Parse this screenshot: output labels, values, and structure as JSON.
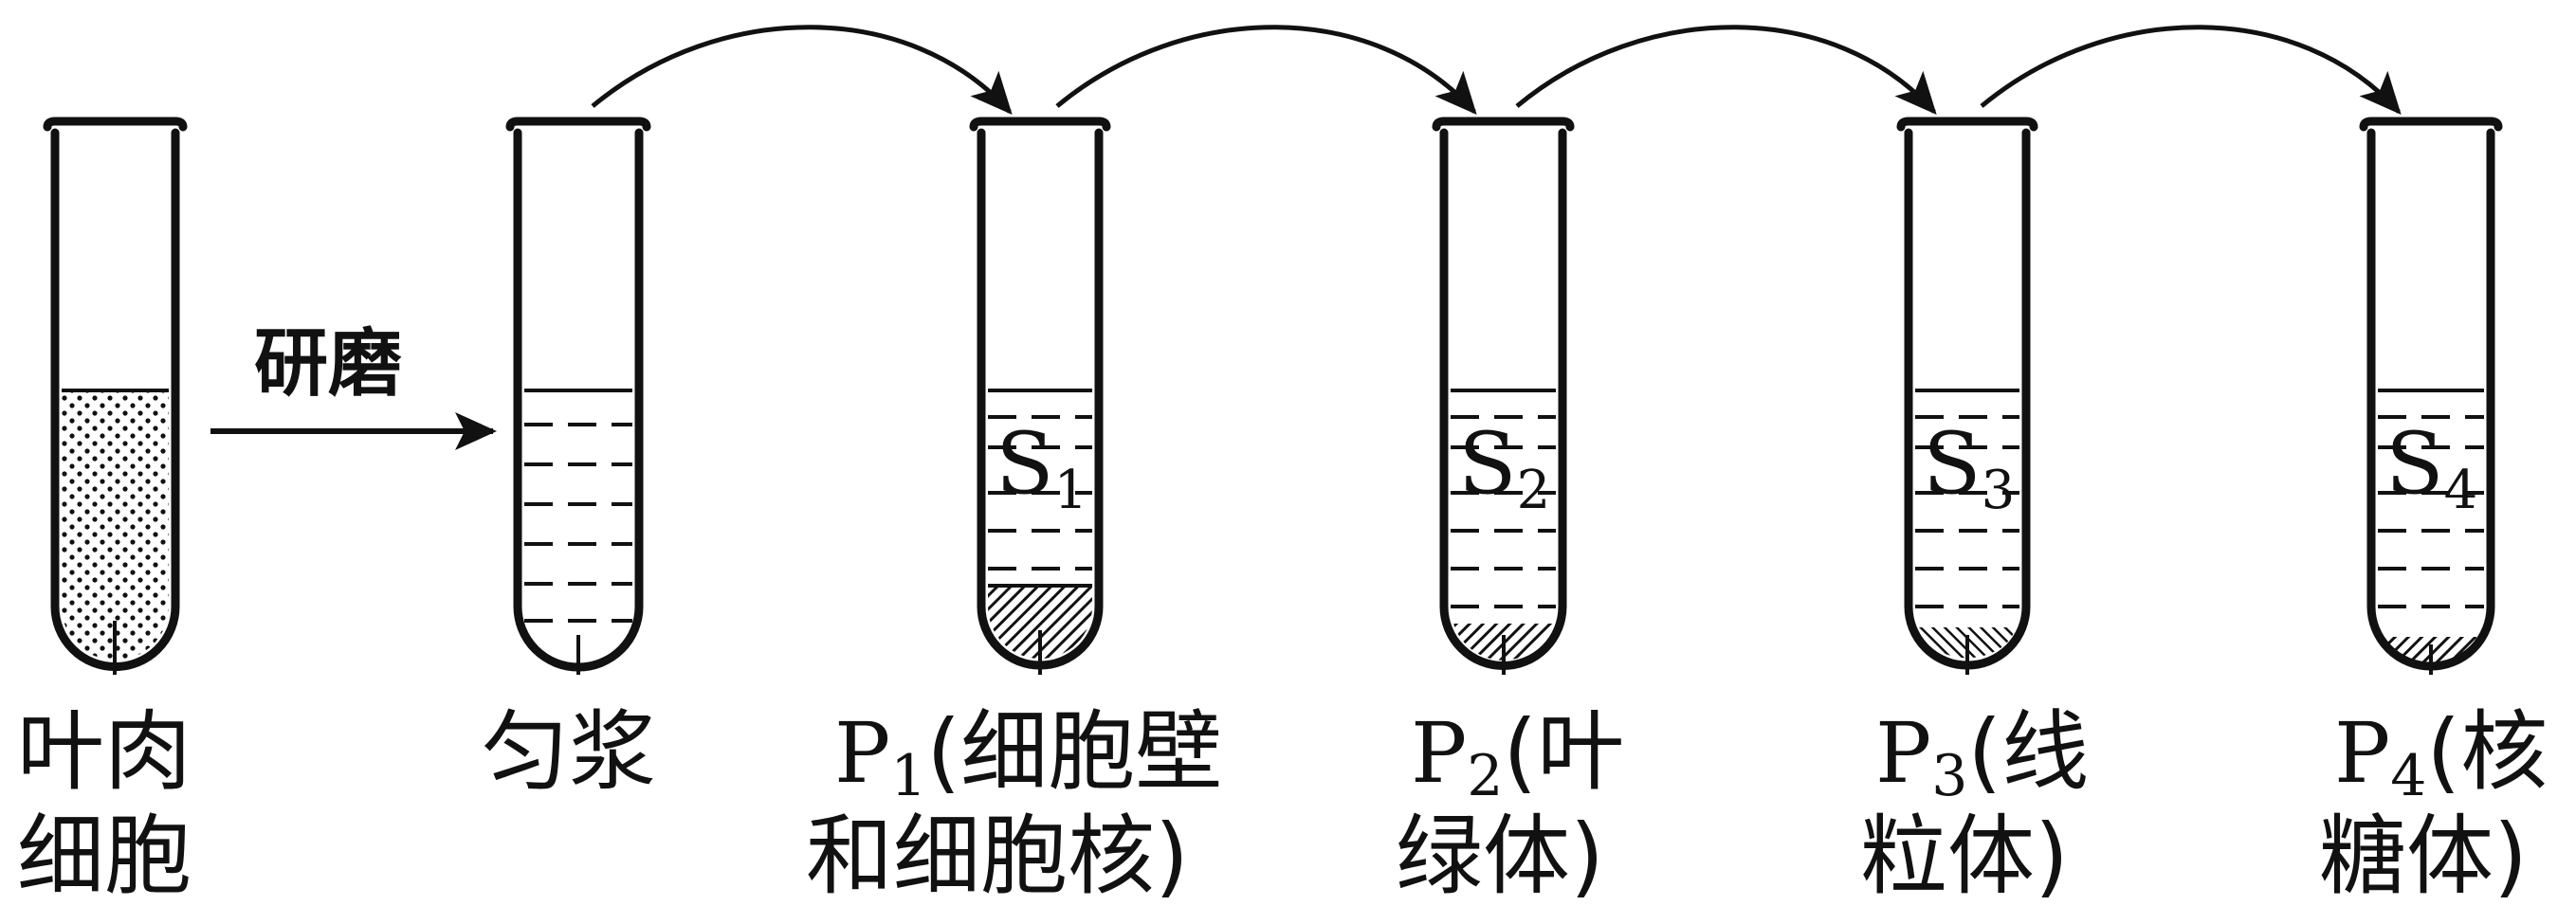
{
  "process_label": "研磨",
  "tubes": [
    {
      "id": "leaf",
      "caption_lines": [
        "叶肉",
        "细胞"
      ]
    },
    {
      "id": "homogenate",
      "caption_lines": [
        "匀浆"
      ]
    },
    {
      "id": "t1",
      "s_label": "S",
      "s_sub": "1",
      "p_label": "P",
      "p_sub": "1",
      "caption_tail": "(细胞壁",
      "caption_line2": "和细胞核)"
    },
    {
      "id": "t2",
      "s_label": "S",
      "s_sub": "2",
      "p_label": "P",
      "p_sub": "2",
      "caption_tail": "(叶",
      "caption_line2": "绿体)"
    },
    {
      "id": "t3",
      "s_label": "S",
      "s_sub": "3",
      "p_label": "P",
      "p_sub": "3",
      "caption_tail": "(线",
      "caption_line2": "粒体)"
    },
    {
      "id": "t4",
      "s_label": "S",
      "s_sub": "4",
      "p_label": "P",
      "p_sub": "4",
      "caption_tail": "(核",
      "caption_line2": "糖体)"
    }
  ]
}
